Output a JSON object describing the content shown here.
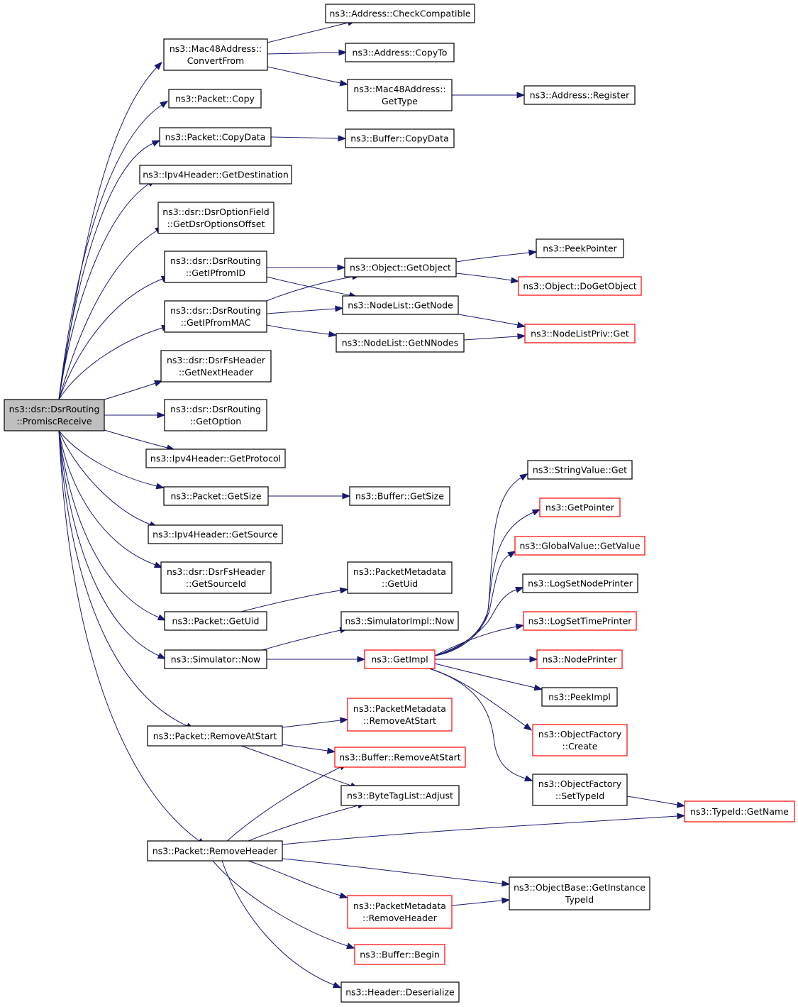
{
  "colors": {
    "edge": "#191970",
    "node_border": "#000000",
    "node_border_truncated": "#ff0000",
    "root_fill": "#bfbfbf",
    "node_fill": "#ffffff"
  },
  "nodes": [
    {
      "id": "root",
      "lines": [
        "ns3::dsr::DsrRouting",
        "::PromiscReceive"
      ],
      "style": "root"
    },
    {
      "id": "mac48_convertfrom",
      "lines": [
        "ns3::Mac48Address::",
        "ConvertFrom"
      ],
      "style": "normal"
    },
    {
      "id": "addr_checkcompat",
      "lines": [
        "ns3::Address::CheckCompatible"
      ],
      "style": "normal"
    },
    {
      "id": "addr_copyto",
      "lines": [
        "ns3::Address::CopyTo"
      ],
      "style": "normal"
    },
    {
      "id": "mac48_gettype",
      "lines": [
        "ns3::Mac48Address::",
        "GetType"
      ],
      "style": "normal"
    },
    {
      "id": "addr_register",
      "lines": [
        "ns3::Address::Register"
      ],
      "style": "normal"
    },
    {
      "id": "packet_copy",
      "lines": [
        "ns3::Packet::Copy"
      ],
      "style": "normal"
    },
    {
      "id": "packet_copydata",
      "lines": [
        "ns3::Packet::CopyData"
      ],
      "style": "normal"
    },
    {
      "id": "buffer_copydata",
      "lines": [
        "ns3::Buffer::CopyData"
      ],
      "style": "normal"
    },
    {
      "id": "ipv4_getdest",
      "lines": [
        "ns3::Ipv4Header::GetDestination"
      ],
      "style": "normal"
    },
    {
      "id": "dsroptfield",
      "lines": [
        "ns3::dsr::DsrOptionField",
        "::GetDsrOptionsOffset"
      ],
      "style": "normal"
    },
    {
      "id": "getipfromid",
      "lines": [
        "ns3::dsr::DsrRouting",
        "::GetIPfromID"
      ],
      "style": "normal"
    },
    {
      "id": "obj_getobject",
      "lines": [
        "ns3::Object::GetObject"
      ],
      "style": "normal"
    },
    {
      "id": "peekpointer",
      "lines": [
        "ns3::PeekPointer"
      ],
      "style": "normal"
    },
    {
      "id": "obj_dogetobject",
      "lines": [
        "ns3::Object::DoGetObject"
      ],
      "style": "truncated"
    },
    {
      "id": "getipfrommac",
      "lines": [
        "ns3::dsr::DsrRouting",
        "::GetIPfromMAC"
      ],
      "style": "normal"
    },
    {
      "id": "nodelist_getnode",
      "lines": [
        "ns3::NodeList::GetNode"
      ],
      "style": "normal"
    },
    {
      "id": "nodelistpriv_get",
      "lines": [
        "ns3::NodeListPriv::Get"
      ],
      "style": "truncated"
    },
    {
      "id": "nodelist_getnnodes",
      "lines": [
        "ns3::NodeList::GetNNodes"
      ],
      "style": "normal"
    },
    {
      "id": "fsheader_getnext",
      "lines": [
        "ns3::dsr::DsrFsHeader",
        "::GetNextHeader"
      ],
      "style": "normal"
    },
    {
      "id": "getoption",
      "lines": [
        "ns3::dsr::DsrRouting",
        "::GetOption"
      ],
      "style": "normal"
    },
    {
      "id": "ipv4_getprotocol",
      "lines": [
        "ns3::Ipv4Header::GetProtocol"
      ],
      "style": "normal"
    },
    {
      "id": "packet_getsize",
      "lines": [
        "ns3::Packet::GetSize"
      ],
      "style": "normal"
    },
    {
      "id": "buffer_getsize",
      "lines": [
        "ns3::Buffer::GetSize"
      ],
      "style": "normal"
    },
    {
      "id": "ipv4_getsource",
      "lines": [
        "ns3::Ipv4Header::GetSource"
      ],
      "style": "normal"
    },
    {
      "id": "fsheader_getsourceid",
      "lines": [
        "ns3::dsr::DsrFsHeader",
        "::GetSourceId"
      ],
      "style": "normal"
    },
    {
      "id": "packet_getuid",
      "lines": [
        "ns3::Packet::GetUid"
      ],
      "style": "normal"
    },
    {
      "id": "pktmeta_getuid",
      "lines": [
        "ns3::PacketMetadata",
        "::GetUid"
      ],
      "style": "normal"
    },
    {
      "id": "simulator_now",
      "lines": [
        "ns3::Simulator::Now"
      ],
      "style": "normal"
    },
    {
      "id": "simimpl_now",
      "lines": [
        "ns3::SimulatorImpl::Now"
      ],
      "style": "normal"
    },
    {
      "id": "getimpl",
      "lines": [
        "ns3::GetImpl"
      ],
      "style": "truncated"
    },
    {
      "id": "stringvalue_get",
      "lines": [
        "ns3::StringValue::Get"
      ],
      "style": "normal"
    },
    {
      "id": "getpointer",
      "lines": [
        "ns3::GetPointer"
      ],
      "style": "truncated"
    },
    {
      "id": "globalvalue_getvalue",
      "lines": [
        "ns3::GlobalValue::GetValue"
      ],
      "style": "truncated"
    },
    {
      "id": "logsetnodeprinter",
      "lines": [
        "ns3::LogSetNodePrinter"
      ],
      "style": "normal"
    },
    {
      "id": "logsettimeprinter",
      "lines": [
        "ns3::LogSetTimePrinter"
      ],
      "style": "truncated"
    },
    {
      "id": "nodeprinter",
      "lines": [
        "ns3::NodePrinter"
      ],
      "style": "truncated"
    },
    {
      "id": "peekimpl",
      "lines": [
        "ns3::PeekImpl"
      ],
      "style": "normal"
    },
    {
      "id": "objfactory_create",
      "lines": [
        "ns3::ObjectFactory",
        "::Create"
      ],
      "style": "truncated"
    },
    {
      "id": "objfactory_settypeid",
      "lines": [
        "ns3::ObjectFactory",
        "::SetTypeId"
      ],
      "style": "normal"
    },
    {
      "id": "typeid_getname",
      "lines": [
        "ns3::TypeId::GetName"
      ],
      "style": "truncated"
    },
    {
      "id": "packet_removeatstart",
      "lines": [
        "ns3::Packet::RemoveAtStart"
      ],
      "style": "normal"
    },
    {
      "id": "pktmeta_removeatstart",
      "lines": [
        "ns3::PacketMetadata",
        "::RemoveAtStart"
      ],
      "style": "truncated"
    },
    {
      "id": "buffer_removeatstart",
      "lines": [
        "ns3::Buffer::RemoveAtStart"
      ],
      "style": "truncated"
    },
    {
      "id": "bytetaglist_adjust",
      "lines": [
        "ns3::ByteTagList::Adjust"
      ],
      "style": "normal"
    },
    {
      "id": "packet_removeheader",
      "lines": [
        "ns3::Packet::RemoveHeader"
      ],
      "style": "normal"
    },
    {
      "id": "objbase_getinstancetypeid",
      "lines": [
        "ns3::ObjectBase::GetInstance",
        "TypeId"
      ],
      "style": "normal"
    },
    {
      "id": "pktmeta_removeheader",
      "lines": [
        "ns3::PacketMetadata",
        "::RemoveHeader"
      ],
      "style": "truncated"
    },
    {
      "id": "buffer_begin",
      "lines": [
        "ns3::Buffer::Begin"
      ],
      "style": "truncated"
    },
    {
      "id": "header_deserialize",
      "lines": [
        "ns3::Header::Deserialize"
      ],
      "style": "normal"
    }
  ]
}
